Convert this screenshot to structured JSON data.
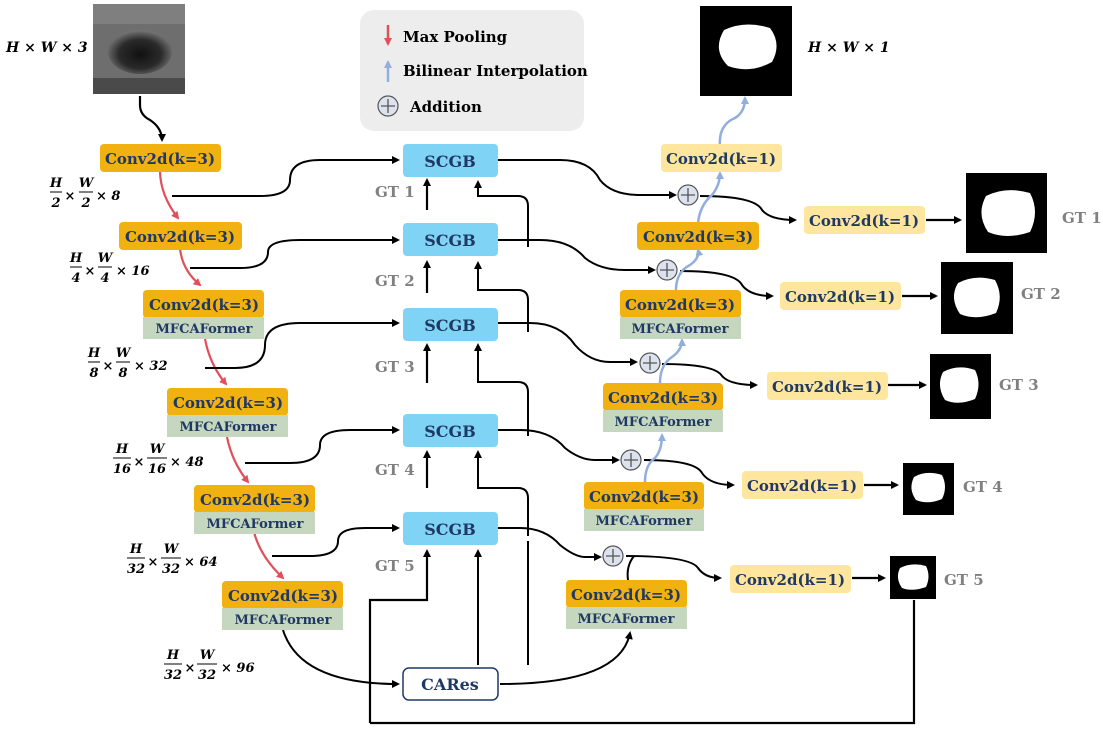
{
  "legend": {
    "max_pooling": "Max Pooling",
    "bilinear": "Bilinear Interpolation",
    "addition": "Addition"
  },
  "input_dim": "H × W × 3",
  "output_dim": "H × W × 1",
  "encoder": [
    {
      "conv": "Conv2d(k=3)",
      "mfca": ""
    },
    {
      "conv": "Conv2d(k=3)",
      "mfca": ""
    },
    {
      "conv": "Conv2d(k=3)",
      "mfca": "MFCAFormer"
    },
    {
      "conv": "Conv2d(k=3)",
      "mfca": "MFCAFormer"
    },
    {
      "conv": "Conv2d(k=3)",
      "mfca": "MFCAFormer"
    },
    {
      "conv": "Conv2d(k=3)",
      "mfca": "MFCAFormer"
    }
  ],
  "dims": [
    {
      "num1": "H",
      "den1": "2",
      "num2": "W",
      "den2": "2",
      "ch": "× 8"
    },
    {
      "num1": "H",
      "den1": "4",
      "num2": "W",
      "den2": "4",
      "ch": "× 16"
    },
    {
      "num1": "H",
      "den1": "8",
      "num2": "W",
      "den2": "8",
      "ch": "× 32"
    },
    {
      "num1": "H",
      "den1": "16",
      "num2": "W",
      "den2": "16",
      "ch": "× 48"
    },
    {
      "num1": "H",
      "den1": "32",
      "num2": "W",
      "den2": "32",
      "ch": "× 64"
    },
    {
      "num1": "H",
      "den1": "32",
      "num2": "W",
      "den2": "32",
      "ch": "× 96"
    }
  ],
  "scgb_label": "SCGB",
  "gt_inputs": [
    "GT 1",
    "GT 2",
    "GT 3",
    "GT 4",
    "GT 5"
  ],
  "cares_label": "CARes",
  "decoder": [
    {
      "conv": "Conv2d(k=3)",
      "mfca": ""
    },
    {
      "conv": "Conv2d(k=3)",
      "mfca": "MFCAFormer"
    },
    {
      "conv": "Conv2d(k=3)",
      "mfca": "MFCAFormer"
    },
    {
      "conv": "Conv2d(k=3)",
      "mfca": "MFCAFormer"
    },
    {
      "conv": "Conv2d(k=3)",
      "mfca": "MFCAFormer"
    }
  ],
  "top_head": "Conv2d(k=1)",
  "heads": [
    "Conv2d(k=1)",
    "Conv2d(k=1)",
    "Conv2d(k=1)",
    "Conv2d(k=1)",
    "Conv2d(k=1)"
  ],
  "gt_outputs": [
    "GT 1",
    "GT 2",
    "GT 3",
    "GT 4",
    "GT 5"
  ],
  "colors": {
    "conv": "#F0B111",
    "mfca": "#C5D7BF",
    "mfca_text": "#1F3864",
    "scgb": "#7FD3F5",
    "scgb_text": "#1F3864",
    "head": "#FEE69E",
    "gt_text": "#808080",
    "pool_arrow": "#E0505A",
    "interp_arrow": "#91AEDC",
    "legend_bg": "#EDEDED"
  }
}
